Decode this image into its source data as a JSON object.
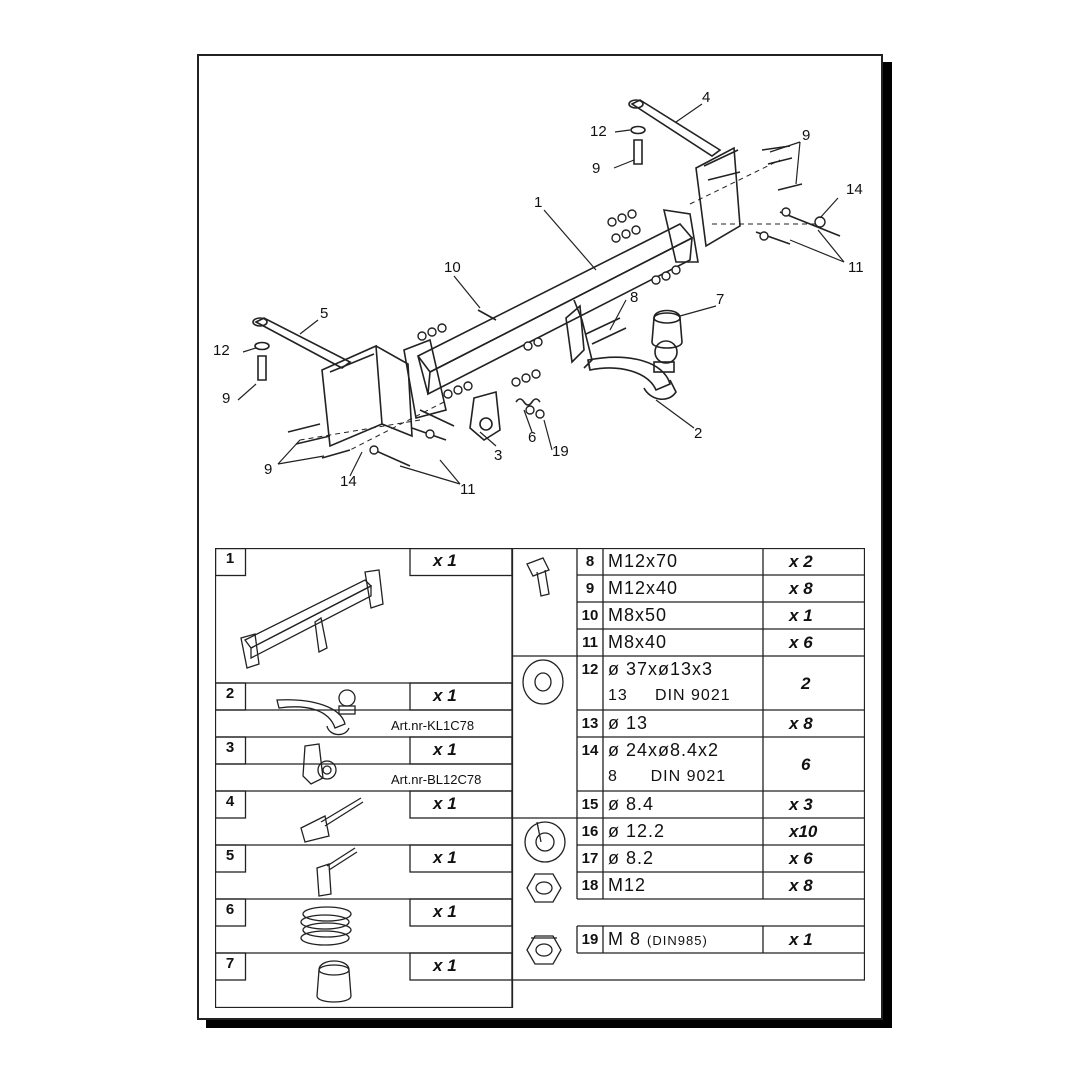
{
  "drawing": {
    "callouts": [
      "1",
      "2",
      "3",
      "4",
      "5",
      "6",
      "7",
      "8",
      "9",
      "9",
      "9",
      "10",
      "11",
      "11",
      "12",
      "12",
      "14",
      "14",
      "19"
    ]
  },
  "left_items": [
    {
      "num": "1",
      "qty_x": "x",
      "qty_n": "1",
      "art": "",
      "icon": "tow-bar-frame-icon"
    },
    {
      "num": "2",
      "qty_x": "x",
      "qty_n": "1",
      "art": "Art.nr-KL1C78",
      "icon": "tow-ball-icon"
    },
    {
      "num": "3",
      "qty_x": "x",
      "qty_n": "1",
      "art": "Art.nr-BL12C78",
      "icon": "socket-plate-icon"
    },
    {
      "num": "4",
      "qty_x": "x",
      "qty_n": "1",
      "art": "",
      "icon": "side-bracket-icon"
    },
    {
      "num": "5",
      "qty_x": "x",
      "qty_n": "1",
      "art": "",
      "icon": "side-bracket-icon"
    },
    {
      "num": "6",
      "qty_x": "x",
      "qty_n": "1",
      "art": "",
      "icon": "spring-icon"
    },
    {
      "num": "7",
      "qty_x": "x",
      "qty_n": "1",
      "art": "",
      "icon": "ball-cover-icon"
    }
  ],
  "right_items": [
    {
      "num": "8",
      "spec": "M12x70",
      "qty_x": "x",
      "qty_n": "2"
    },
    {
      "num": "9",
      "spec": "M12x40",
      "qty_x": "x",
      "qty_n": "8"
    },
    {
      "num": "10",
      "spec": "M8x50",
      "qty_x": "x",
      "qty_n": "1"
    },
    {
      "num": "11",
      "spec": "M8x40",
      "qty_x": "x",
      "qty_n": "6"
    },
    {
      "num": "12",
      "spec": "ø 37xø13x3",
      "spec2": "13     DIN 9021",
      "qty_x": "",
      "qty_n": "2"
    },
    {
      "num": "13",
      "spec": "ø 13",
      "qty_x": "x",
      "qty_n": "8"
    },
    {
      "num": "14",
      "spec": "ø 24xø8.4x2",
      "spec2": "8      DIN 9021",
      "qty_x": "",
      "qty_n": "6"
    },
    {
      "num": "15",
      "spec": "ø 8.4",
      "qty_x": "x",
      "qty_n": "3"
    },
    {
      "num": "16",
      "spec": "ø 12.2",
      "qty_x": "x",
      "qty_n": "10"
    },
    {
      "num": "17",
      "spec": "ø 8.2",
      "qty_x": "x",
      "qty_n": "6"
    },
    {
      "num": "18",
      "spec": "M12",
      "qty_x": "x",
      "qty_n": "8"
    },
    {
      "num": "19",
      "spec": "M 8",
      "spec_note": "(DIN985)",
      "qty_x": "x",
      "qty_n": "1"
    }
  ]
}
